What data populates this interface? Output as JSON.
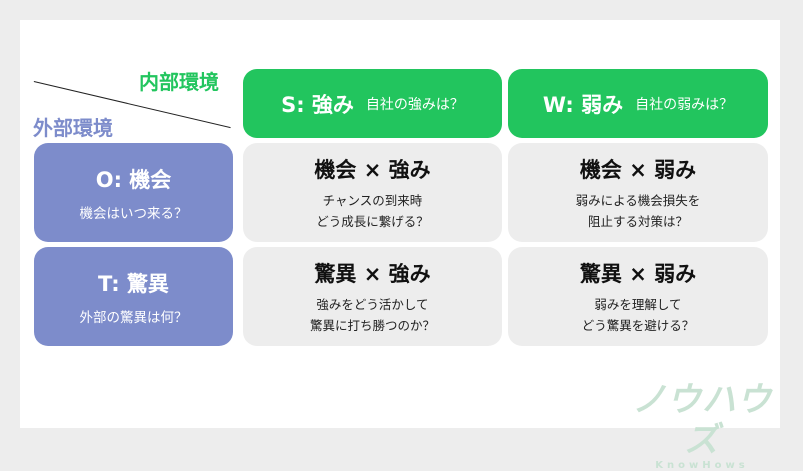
{
  "axes": {
    "internal_label": "内部環境",
    "external_label": "外部環境"
  },
  "colors": {
    "internal_green": "#22c55e",
    "external_purple": "#7d8ccb",
    "cell_gray": "#ededed",
    "page_bg": "#ededed",
    "logo_green": "#c9e2d3"
  },
  "headers": {
    "strength": {
      "title": "S: 強み",
      "question": "自社の強みは？"
    },
    "weakness": {
      "title": "W: 弱み",
      "question": "自社の弱みは？"
    }
  },
  "rows": {
    "opportunity": {
      "title": "O: 機会",
      "question": "機会はいつ来る？"
    },
    "threat": {
      "title": "T: 驚異",
      "question": "外部の驚異は何？"
    }
  },
  "cells": {
    "os": {
      "title": "機会 × 強み",
      "line1": "チャンスの到来時",
      "line2": "どう成長に繋げる？"
    },
    "ow": {
      "title": "機会 × 弱み",
      "line1": "弱みによる機会損失を",
      "line2": "阻止する対策は？"
    },
    "ts": {
      "title": "驚異 × 強み",
      "line1": "強みをどう活かして",
      "line2": "驚異に打ち勝つのか？"
    },
    "tw": {
      "title": "驚異 × 弱み",
      "line1": "弱みを理解して",
      "line2": "どう驚異を避ける？"
    }
  },
  "logo": {
    "japanese": "ノウハウズ",
    "english": "KnowHows"
  }
}
